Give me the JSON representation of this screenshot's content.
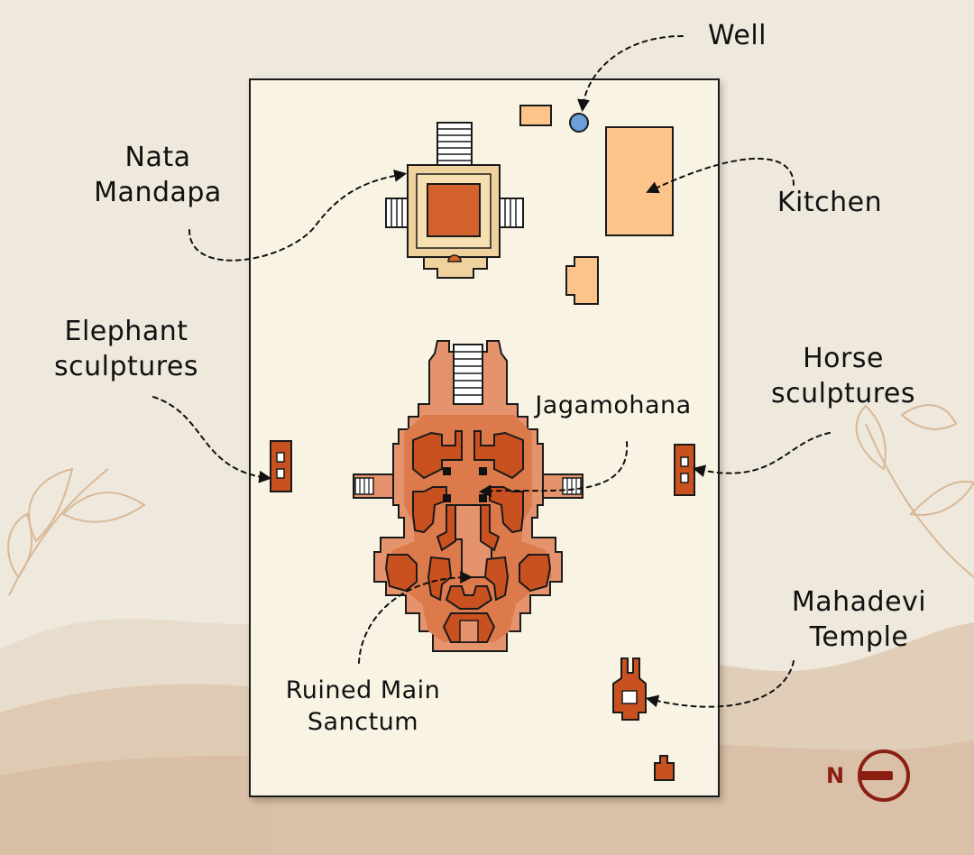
{
  "labels": {
    "well": "Well",
    "nata_mandapa": "Nata\nMandapa",
    "kitchen": "Kitchen",
    "elephant_sculptures": "Elephant\nsculptures",
    "horse_sculptures": "Horse\nsculptures",
    "jagamohana": "Jagamohana",
    "ruined_main_sanctum": "Ruined Main\nSanctum",
    "mahadevi_temple": "Mahadevi\nTemple"
  },
  "compass": {
    "letter": "N",
    "direction": "left"
  },
  "colors": {
    "paper": "#f8f3e3",
    "temple_dark": "#c9501f",
    "temple_mid": "#dd6a3a",
    "temple_light": "#e4936c",
    "mandapa_fill": "#efd29d",
    "mandapa_core": "#d4622e",
    "kitchen_fill": "#fdc48a",
    "well_blue": "#6a9fd8",
    "compass_red": "#8b1f12"
  }
}
